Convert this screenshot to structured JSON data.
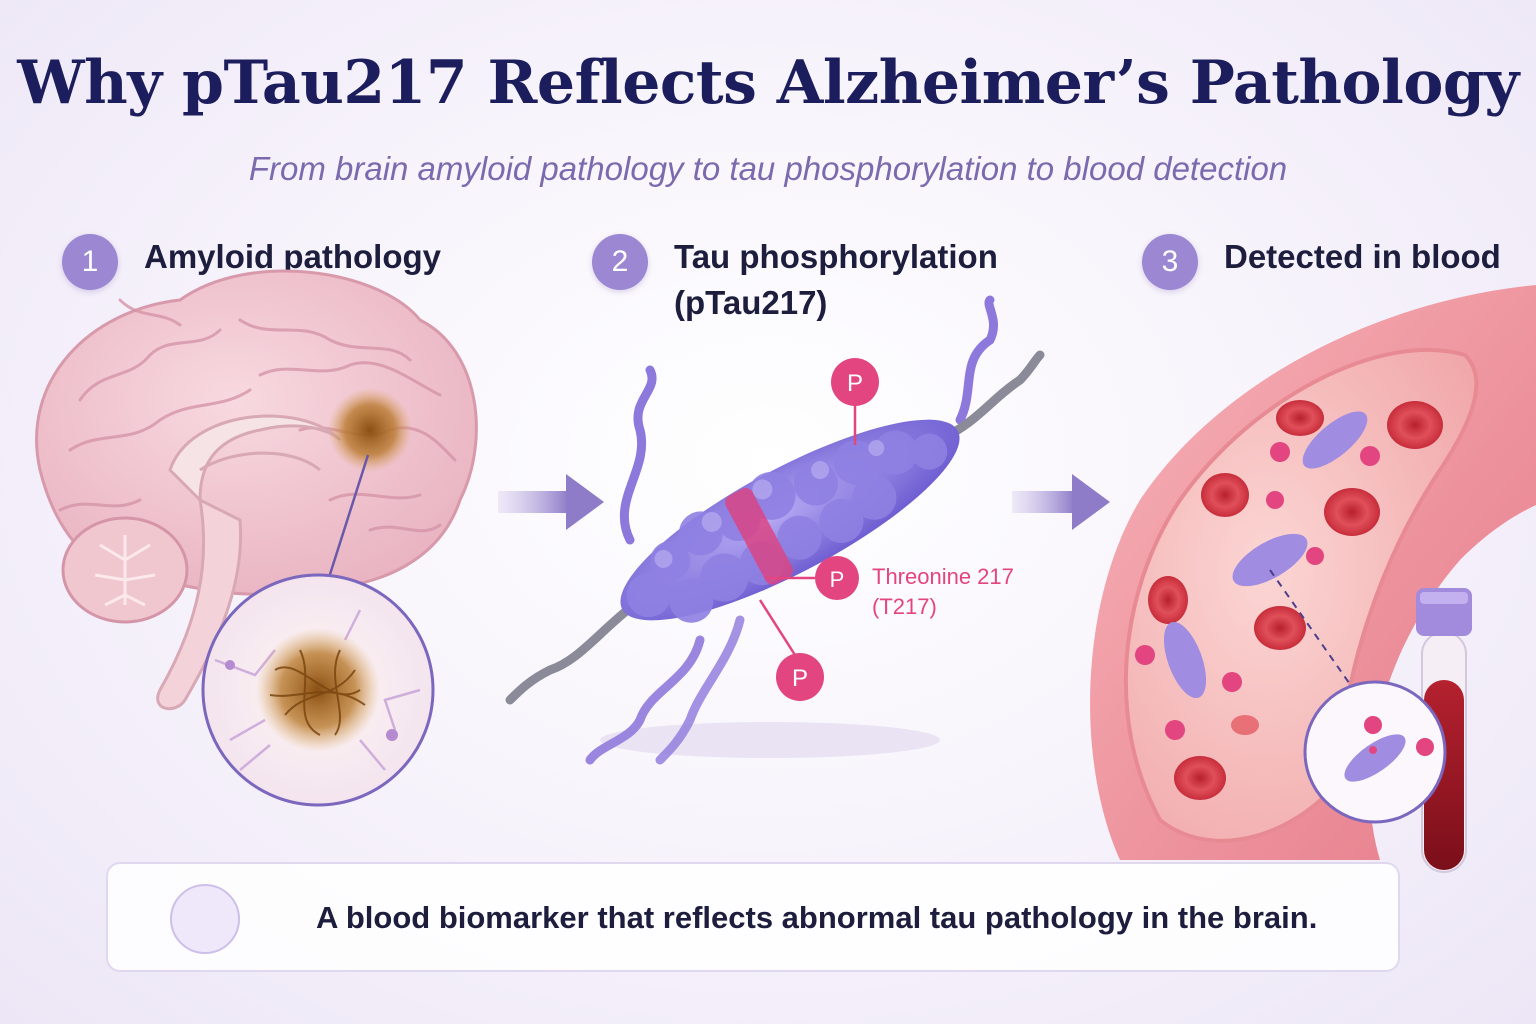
{
  "title": "Why pTau217 Reflects Alzheimer’s Pathology",
  "subtitle": "From brain amyloid pathology to tau phosphorylation to blood detection",
  "steps": [
    {
      "number": "1",
      "label": "Amyloid pathology"
    },
    {
      "number": "2",
      "label": "Tau phosphorylation (pTau217)"
    },
    {
      "number": "3",
      "label": "Detected in blood"
    }
  ],
  "phospho_label": "P",
  "callout": {
    "line1": "Threonine 217",
    "line2": "(T217)"
  },
  "footer": {
    "icon": "brain-icon",
    "text": "A blood biomarker that reflects abnormal tau pathology in the brain."
  },
  "colors": {
    "title": "#1c1d5c",
    "accent": "#9b87d2",
    "phospho": "#e2457f",
    "vessel": "#e88a93",
    "blood": "#8e1520"
  }
}
